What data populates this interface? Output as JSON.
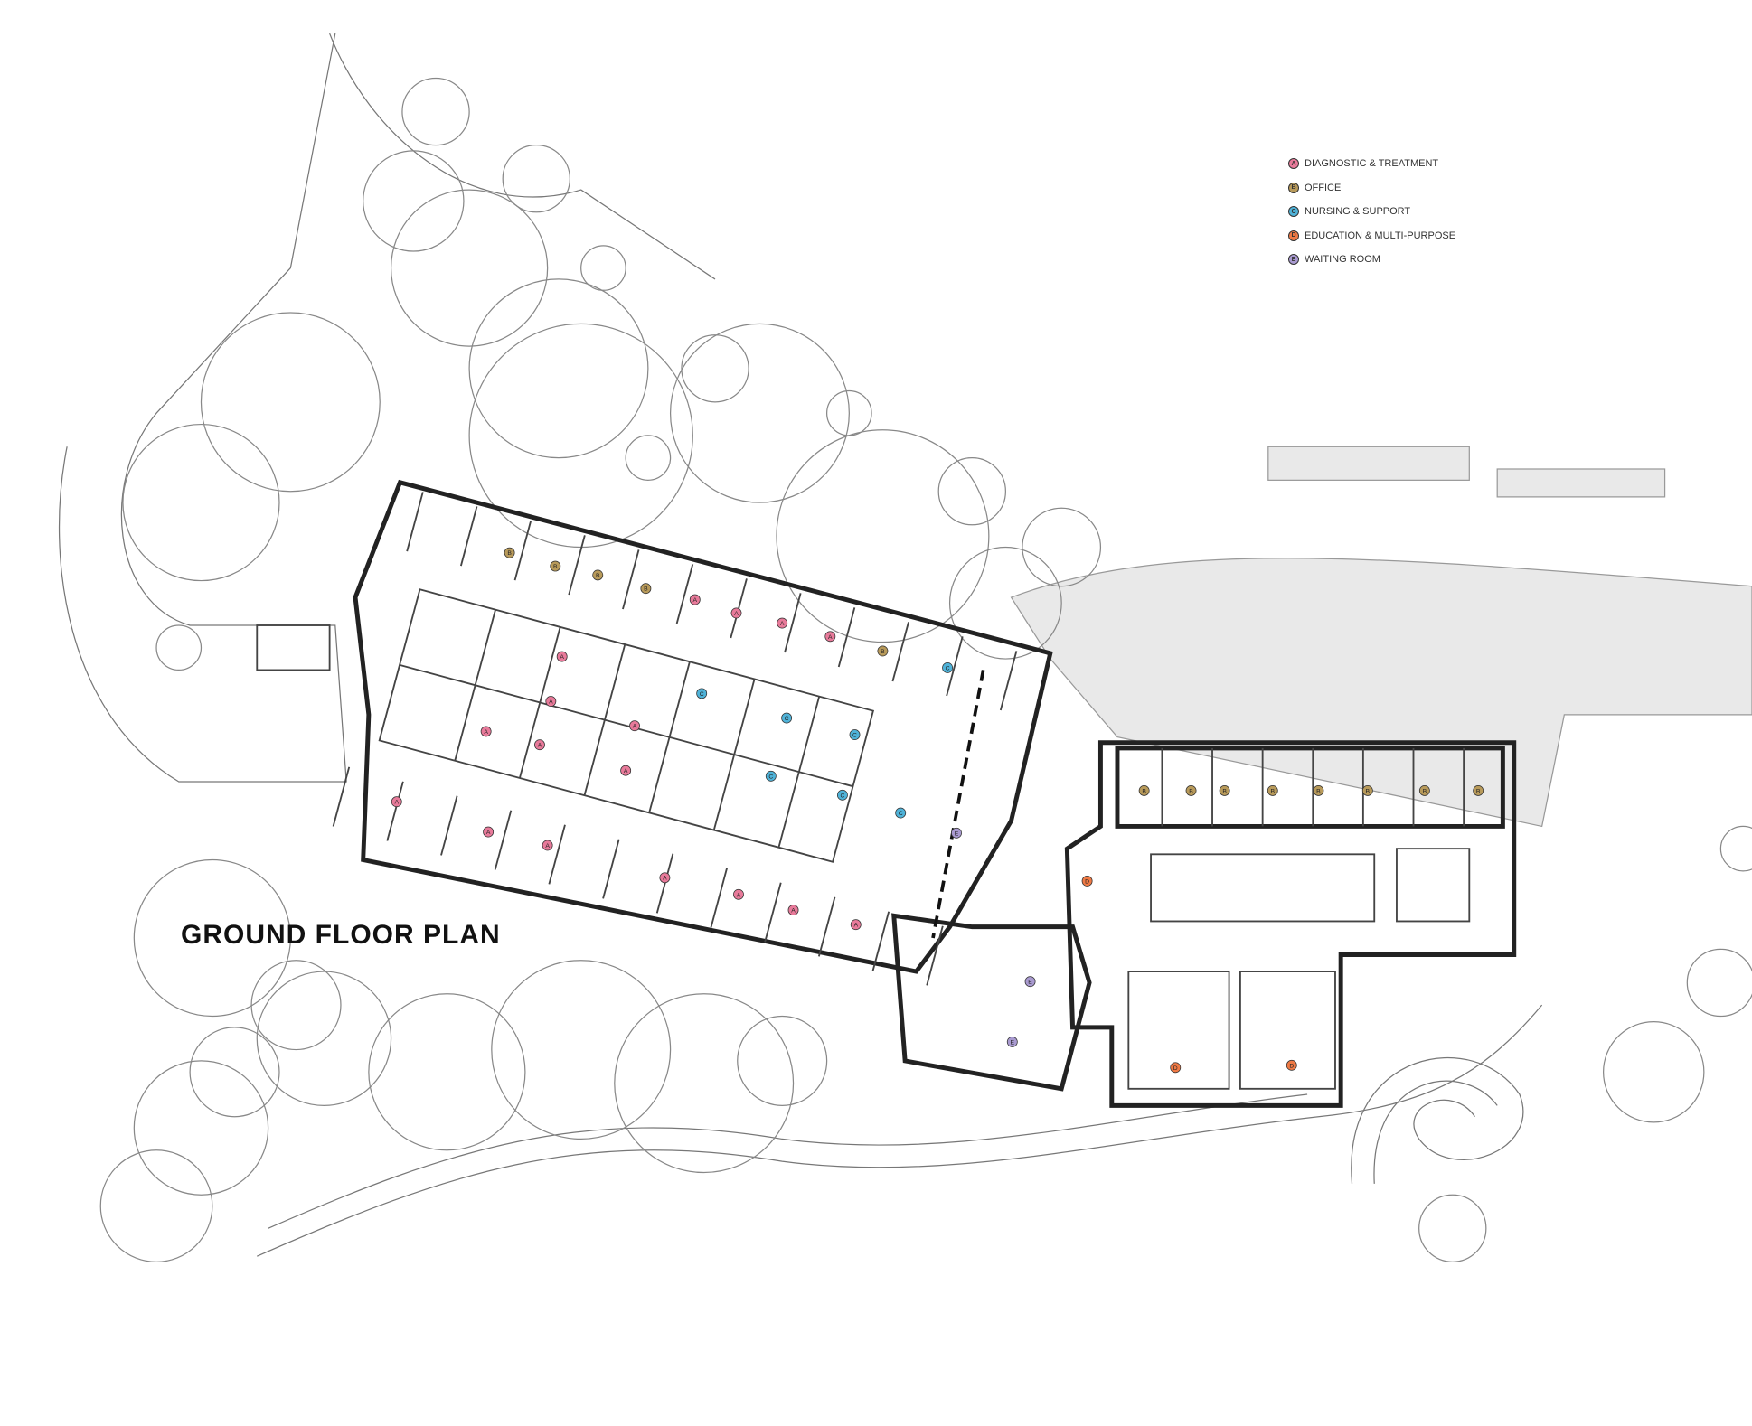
{
  "title": "GROUND FLOOR PLAN",
  "legend": [
    {
      "letter": "A",
      "label": "DIAGNOSTIC & TREATMENT",
      "color": "#e87a9a"
    },
    {
      "letter": "B",
      "label": "OFFICE",
      "color": "#b89a5a"
    },
    {
      "letter": "C",
      "label": "NURSING & SUPPORT",
      "color": "#4fb3d9"
    },
    {
      "letter": "D",
      "label": "EDUCATION & MULTI-PURPOSE",
      "color": "#f07a45"
    },
    {
      "letter": "E",
      "label": "WAITING ROOM",
      "color": "#a99ad0"
    }
  ]
}
